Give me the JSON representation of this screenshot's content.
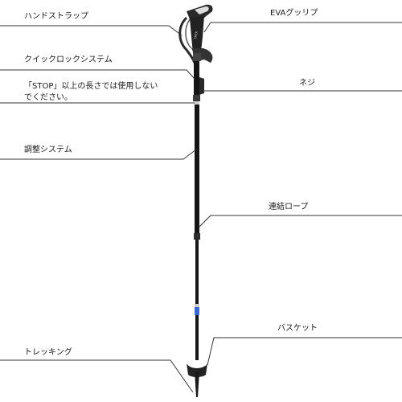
{
  "labels": {
    "hand_strap": "ハンドストラップ",
    "eva_grip": "EVAグッリプ",
    "quick_lock": "クイックロックシステム",
    "stop_line1": "「STOP」以上の長さでは使用しない",
    "stop_line2": "でください。",
    "screw": "ネジ",
    "adjust_system": "調整システム",
    "connecting_rope": "連結ロープ",
    "basket": "バスケット",
    "trekking": "トレッキング"
  },
  "colors": {
    "line": "#333333",
    "shaft": "#151515",
    "grip": "#2a2a2a",
    "grip_highlight": "#dcdcdc",
    "band_blue": "#3a6ad0"
  }
}
